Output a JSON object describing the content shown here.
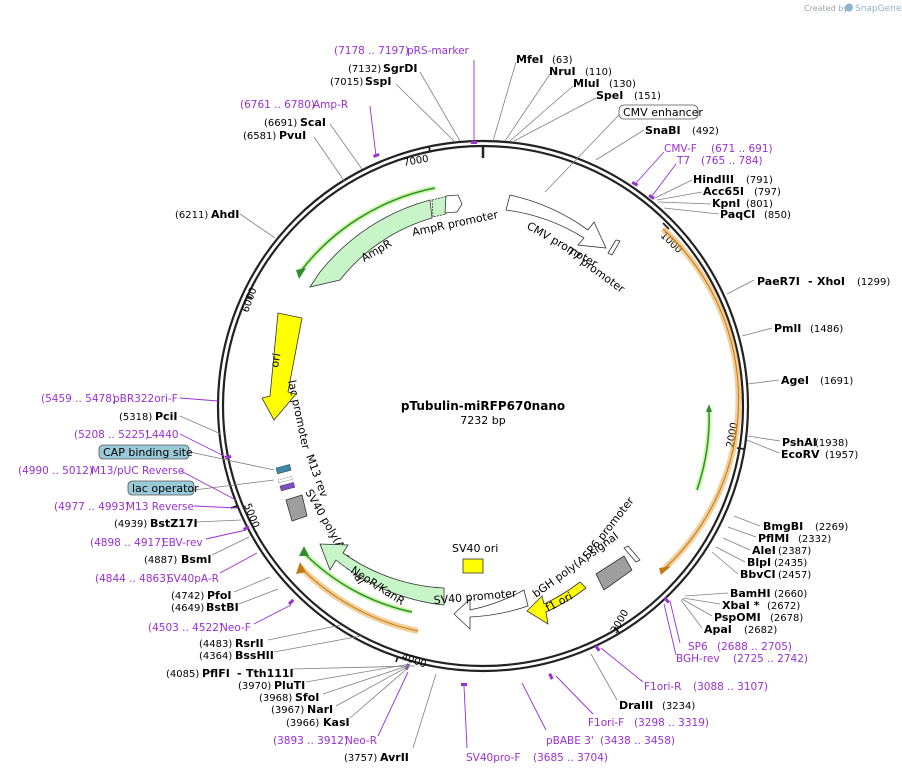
{
  "brand": {
    "created_by": "Created by",
    "app": "SnapGene"
  },
  "plasmid": {
    "name": "pTubulin-miRFP670nano",
    "length": "7232 bp"
  },
  "tick_marks": [
    "1000",
    "2000",
    "3000",
    "4000",
    "5000",
    "6000",
    "7000"
  ],
  "features": [
    {
      "name": "CMV enhancer",
      "boxed": true
    },
    {
      "name": "CMV promoter"
    },
    {
      "name": "T7 promoter"
    },
    {
      "name": "AmpR promoter"
    },
    {
      "name": "AmpR"
    },
    {
      "name": "ori"
    },
    {
      "name": "lac promoter"
    },
    {
      "name": "M13 rev"
    },
    {
      "name": "SV40 poly(A) signal"
    },
    {
      "name": "NeoR/KanR"
    },
    {
      "name": "SV40 promoter"
    },
    {
      "name": "SV40 ori"
    },
    {
      "name": "f1 ori"
    },
    {
      "name": "bGH poly(A) signal"
    },
    {
      "name": "SP6 promoter"
    },
    {
      "name": "CAP binding site",
      "boxed": true
    },
    {
      "name": "lac operator",
      "boxed": true
    }
  ],
  "enzymes_right": [
    {
      "name": "MfeI",
      "pos": "(63)"
    },
    {
      "name": "NruI",
      "pos": "(110)"
    },
    {
      "name": "MluI",
      "pos": "(130)"
    },
    {
      "name": "SpeI",
      "pos": "(151)"
    },
    {
      "name": "SnaBI",
      "pos": "(492)"
    },
    {
      "name": "HindIII",
      "pos": "(791)"
    },
    {
      "name": "Acc65I",
      "pos": "(797)"
    },
    {
      "name": "KpnI",
      "pos": "(801)"
    },
    {
      "name": "PaqCI",
      "pos": "(850)"
    },
    {
      "name": "PaeR7I",
      "name2": "XhoI",
      "pos": "(1299)"
    },
    {
      "name": "PmlI",
      "pos": "(1486)"
    },
    {
      "name": "AgeI",
      "pos": "(1691)"
    },
    {
      "name": "PshAI",
      "pos": "(1938)"
    },
    {
      "name": "EcoRV",
      "pos": "(1957)"
    },
    {
      "name": "BmgBI",
      "pos": "(2269)"
    },
    {
      "name": "PflMI",
      "pos": "(2332)"
    },
    {
      "name": "AleI",
      "pos": "(2387)"
    },
    {
      "name": "BlpI",
      "pos": "(2435)"
    },
    {
      "name": "BbvCI",
      "pos": "(2457)"
    },
    {
      "name": "BamHI",
      "pos": "(2660)"
    },
    {
      "name": "XbaI *",
      "pos": "(2672)"
    },
    {
      "name": "PspOMI",
      "pos": "(2678)"
    },
    {
      "name": "ApaI",
      "pos": "(2682)"
    },
    {
      "name": "DraIII",
      "pos": "(3234)"
    }
  ],
  "enzymes_left": [
    {
      "name": "SgrDI",
      "pos": "(7132)"
    },
    {
      "name": "SspI",
      "pos": "(7015)"
    },
    {
      "name": "ScaI",
      "pos": "(6691)"
    },
    {
      "name": "PvuI",
      "pos": "(6581)"
    },
    {
      "name": "AhdI",
      "pos": "(6211)"
    },
    {
      "name": "PciI",
      "pos": "(5318)"
    },
    {
      "name": "BstZ17I",
      "pos": "(4939)"
    },
    {
      "name": "BsmI",
      "pos": "(4887)"
    },
    {
      "name": "PfoI",
      "pos": "(4742)"
    },
    {
      "name": "BstBI",
      "pos": "(4649)"
    },
    {
      "name": "RsrII",
      "pos": "(4483)"
    },
    {
      "name": "BssHII",
      "pos": "(4364)"
    },
    {
      "name": "PflFI",
      "name2": "Tth111I",
      "pos": "(4085)"
    },
    {
      "name": "PluTI",
      "pos": "(3970)"
    },
    {
      "name": "SfoI",
      "pos": "(3968)"
    },
    {
      "name": "NarI",
      "pos": "(3967)"
    },
    {
      "name": "KasI",
      "pos": "(3966)"
    },
    {
      "name": "AvrII",
      "pos": "(3757)"
    }
  ],
  "primers": [
    {
      "name": "pRS-marker",
      "pos": "(7178 .. 7197)"
    },
    {
      "name": "Amp-R",
      "pos": "(6761 .. 6780)"
    },
    {
      "name": "CMV-F",
      "pos": "(671 .. 691)"
    },
    {
      "name": "T7",
      "pos": "(765 .. 784)"
    },
    {
      "name": "pBR322ori-F",
      "pos": "(5459 .. 5478)"
    },
    {
      "name": "L4440",
      "pos": "(5208 .. 5225)"
    },
    {
      "name": "M13/pUC Reverse",
      "pos": "(4990 .. 5012)"
    },
    {
      "name": "M13 Reverse",
      "pos": "(4977 .. 4993)"
    },
    {
      "name": "EBV-rev",
      "pos": "(4898 .. 4917)"
    },
    {
      "name": "SV40pA-R",
      "pos": "(4844 .. 4863)"
    },
    {
      "name": "Neo-F",
      "pos": "(4503 .. 4522)"
    },
    {
      "name": "Neo-R",
      "pos": "(3893 .. 3912)"
    },
    {
      "name": "SV40pro-F",
      "pos": "(3685 .. 3704)"
    },
    {
      "name": "pBABE 3'",
      "pos": "(3438 .. 3458)"
    },
    {
      "name": "F1ori-F",
      "pos": "(3298 .. 3319)"
    },
    {
      "name": "F1ori-R",
      "pos": "(3088 .. 3107)"
    },
    {
      "name": "SP6",
      "pos": "(2688 .. 2705)"
    },
    {
      "name": "BGH-rev",
      "pos": "(2725 .. 2742)"
    }
  ],
  "colors": {
    "backbone": "#222222",
    "primer": "#9a2fd4",
    "amp": "#c8f5c8",
    "ori": "#ffff00",
    "orf": "#e9a441",
    "green_line": "#2f8f2f",
    "gray_feature": "#9e9e9e",
    "cap_box": "#9ac9d8"
  }
}
